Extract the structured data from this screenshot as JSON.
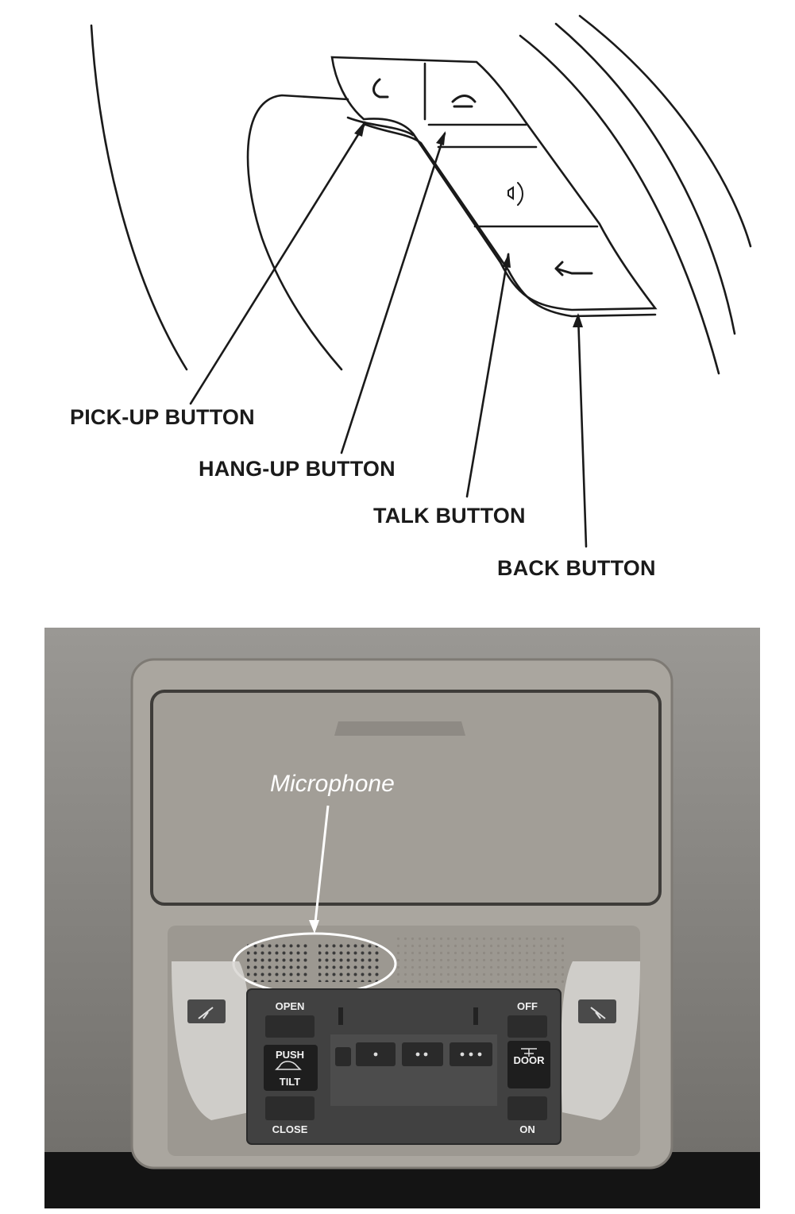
{
  "steering_diagram": {
    "callouts": {
      "pickup": "PICK-UP BUTTON",
      "hangup": "HANG-UP BUTTON",
      "talk": "TALK BUTTON",
      "back": "BACK BUTTON"
    }
  },
  "overhead_photo": {
    "microphone_label": "Microphone",
    "switches": {
      "open": "OPEN",
      "push": "PUSH",
      "tilt": "TILT",
      "close": "CLOSE",
      "off": "OFF",
      "door": "DOOR",
      "on": "ON"
    },
    "icons": [
      "map-light-icon",
      "tilt-roof-icon",
      "door-icon"
    ]
  }
}
